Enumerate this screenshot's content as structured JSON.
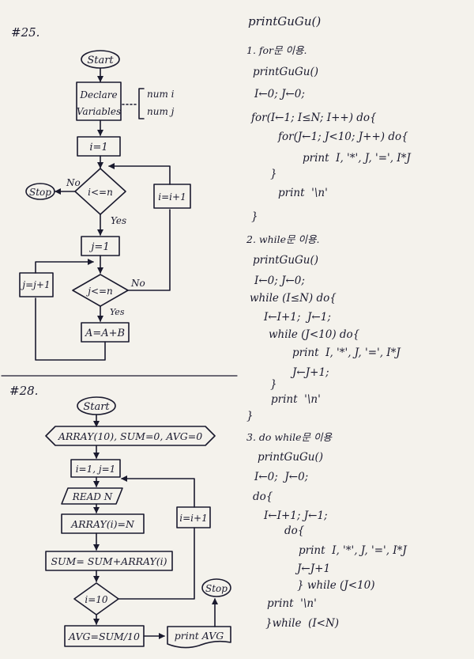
{
  "problem25": {
    "label": "#25.",
    "start": "Start",
    "declare_line1": "Declare",
    "declare_line2": "Variables",
    "var1": "num i",
    "var2": "num j",
    "init_i": "i=1",
    "cond_i": "i<=n",
    "no1": "No",
    "stop": "Stop",
    "yes1": "Yes",
    "incr_i": "i=i+1",
    "init_j": "j=1",
    "cond_j": "j<=n",
    "no2": "No",
    "yes2": "Yes",
    "incr_j": "j=j+1",
    "calc": "A=A+B"
  },
  "problem28": {
    "label": "#28.",
    "start": "Start",
    "declare": "ARRAY(10), SUM=0, AVG=0",
    "init": "i=1, j=1",
    "read": "READ N",
    "assign": "ARRAY(i)=N",
    "sum": "SUM= SUM+ARRAY(i)",
    "cond": "i=10",
    "incr": "i=i+1",
    "stop": "Stop",
    "avg": "AVG=SUM/10",
    "print": "print AVG"
  },
  "code": {
    "title": "printGuGu()",
    "s1_head": "1. for문 이용.",
    "s1_lines": [
      "printGuGu()",
      "I←0; J←0;",
      "for(I←1; I≤N; I++) do{",
      "for(J←1; J<10; J++) do{",
      "print  I, '*', J, '=', I*J",
      "}",
      "print  '\\n'",
      "}"
    ],
    "s2_head": "2. while문 이용.",
    "s2_lines": [
      "printGuGu()",
      "I←0; J←0;",
      "while (I≤N) do{",
      "I←I+1;  J←1;",
      "while (J<10) do{",
      "print  I, '*', J, '=', I*J",
      "J←J+1;",
      "}",
      "print  '\\n'",
      "}"
    ],
    "s3_head": "3. do while문 이용",
    "s3_lines": [
      "printGuGu()",
      "I←0;  J←0;",
      "do{",
      "I←I+1; J←1;",
      "do{",
      "print  I, '*', J, '=', I*J",
      "J←J+1",
      "} while (J<10)",
      "print  '\\n'",
      "}while  (I<N)"
    ]
  }
}
